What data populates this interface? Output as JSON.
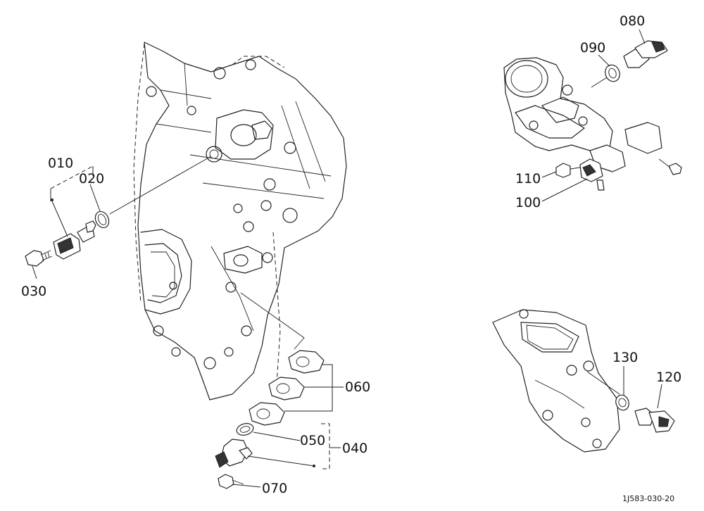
{
  "diagram": {
    "reference_code": "1J583-030-20",
    "callouts": [
      {
        "id": "010",
        "label": "010"
      },
      {
        "id": "020",
        "label": "020"
      },
      {
        "id": "030",
        "label": "030"
      },
      {
        "id": "040",
        "label": "040"
      },
      {
        "id": "050",
        "label": "050"
      },
      {
        "id": "060",
        "label": "060"
      },
      {
        "id": "070",
        "label": "070"
      },
      {
        "id": "080",
        "label": "080"
      },
      {
        "id": "090",
        "label": "090"
      },
      {
        "id": "100",
        "label": "100"
      },
      {
        "id": "110",
        "label": "110"
      },
      {
        "id": "120",
        "label": "120"
      },
      {
        "id": "130",
        "label": "130"
      }
    ]
  }
}
